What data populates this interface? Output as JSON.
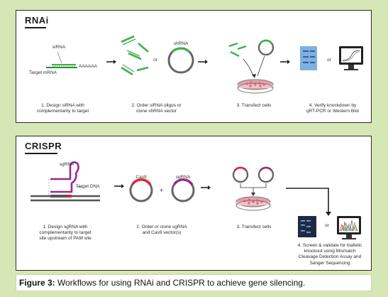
{
  "rnai": {
    "title": "RNAi",
    "labels": {
      "sirna": "siRNA",
      "polya": "AAAAAA",
      "target_mrna": "Target mRNA",
      "shrna": "shRNA",
      "or1": "or",
      "or2": "or"
    },
    "steps": [
      "1. Design siRNA with\ncomplementarity to target",
      "2. Order siRNA oligos or\nclone shRNA vector",
      "3. Transfect cells",
      "4. Verify knockdown by\nqRT-PCR or Western Blot"
    ]
  },
  "crispr": {
    "title": "CRISPR",
    "labels": {
      "sgrna": "sgRNA",
      "target_dna": "Target DNA",
      "cas9": "Cas9",
      "sgrna2": "sgRNA",
      "or1": "or"
    },
    "steps": [
      "1. Design sgRNA with\ncomplementarity to target\nsite upstream of PAM site",
      "2. Order or clone sgRNA\nand Cas9 vector(s)",
      "3. Transfect cells",
      "4. Screen & validate for biallelic\nknockout using Mismatch\nCleavage Detection Assay and\nSanger Sequencing"
    ]
  },
  "caption": {
    "label": "Figure 3:",
    "text": " Workflows for using RNAi and CRISPR to achieve gene silencing."
  },
  "colors": {
    "green": "#3bb34a",
    "magenta": "#9b2a8a",
    "red": "#e0242b",
    "dish_pink": "#e8a0a8",
    "blot_blue": "#4a86c8",
    "background": "#d6e7b6"
  }
}
